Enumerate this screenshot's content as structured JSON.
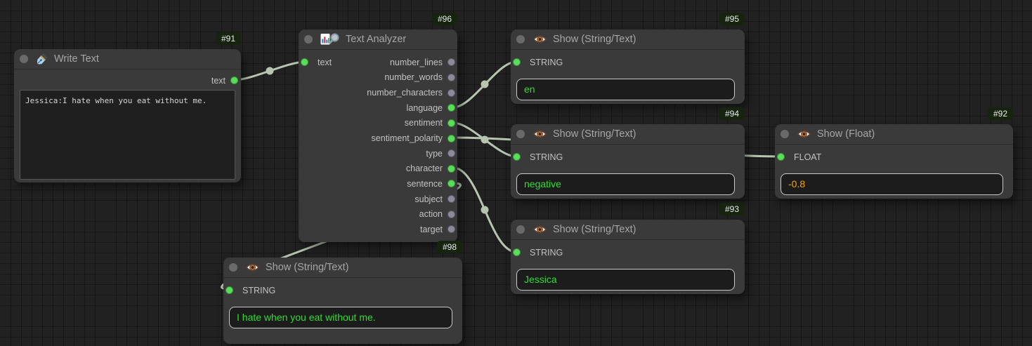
{
  "app": "node-graph-editor",
  "colors": {
    "canvas_bg": "#212121",
    "node_bg": "#3a3a3a",
    "badge_bg": "#16240f",
    "wire": "#b7c4b0",
    "slot_connected": "#59de59",
    "slot_unconnected": "#8b8b9d",
    "string_value_text": "#32dc32",
    "float_value_text": "#f2a40a",
    "value_box_bg": "#1c1c1c",
    "value_box_border": "#c9c9c9"
  },
  "nodes": {
    "write_text": {
      "badge": "#91",
      "title": "Write Text",
      "icon": "fountain-pen-icon",
      "outputs": [
        {
          "name": "text",
          "connected": true
        }
      ],
      "text_value": "Jessica:I hate when you eat without me."
    },
    "text_analyzer": {
      "badge": "#96",
      "title": "Text Analyzer",
      "icon": "bar-chart-magnifier-icon",
      "inputs": [
        {
          "name": "text",
          "connected": true
        }
      ],
      "outputs": [
        {
          "name": "number_lines",
          "connected": false
        },
        {
          "name": "number_words",
          "connected": false
        },
        {
          "name": "number_characters",
          "connected": false
        },
        {
          "name": "language",
          "connected": true
        },
        {
          "name": "sentiment",
          "connected": true
        },
        {
          "name": "sentiment_polarity",
          "connected": true
        },
        {
          "name": "type",
          "connected": false
        },
        {
          "name": "character",
          "connected": true
        },
        {
          "name": "sentence",
          "connected": true
        },
        {
          "name": "subject",
          "connected": false
        },
        {
          "name": "action",
          "connected": false
        },
        {
          "name": "target",
          "connected": false
        }
      ]
    },
    "show_language": {
      "badge": "#95",
      "title": "Show (String/Text)",
      "icon": "eye-icon",
      "input": "STRING",
      "value": "en"
    },
    "show_sentiment": {
      "badge": "#94",
      "title": "Show (String/Text)",
      "icon": "eye-icon",
      "input": "STRING",
      "value": "negative"
    },
    "show_float": {
      "badge": "#92",
      "title": "Show (Float)",
      "icon": "eye-icon",
      "input": "FLOAT",
      "value": "-0.8"
    },
    "show_character": {
      "badge": "#93",
      "title": "Show (String/Text)",
      "icon": "eye-icon",
      "input": "STRING",
      "value": "Jessica"
    },
    "show_sentence": {
      "badge": "#98",
      "title": "Show (String/Text)",
      "icon": "eye-icon",
      "input": "STRING",
      "value": "I hate when you eat without me."
    }
  },
  "connections": [
    {
      "from": "#91 Write Text / text",
      "to": "#96 Text Analyzer / text"
    },
    {
      "from": "#96 Text Analyzer / language",
      "to": "#95 Show (String/Text) / STRING"
    },
    {
      "from": "#96 Text Analyzer / sentiment",
      "to": "#94 Show (String/Text) / STRING"
    },
    {
      "from": "#96 Text Analyzer / sentiment_polarity",
      "to": "#92 Show (Float) / FLOAT"
    },
    {
      "from": "#96 Text Analyzer / character",
      "to": "#93 Show (String/Text) / STRING"
    },
    {
      "from": "#96 Text Analyzer / sentence",
      "to": "#98 Show (String/Text) / STRING"
    }
  ]
}
